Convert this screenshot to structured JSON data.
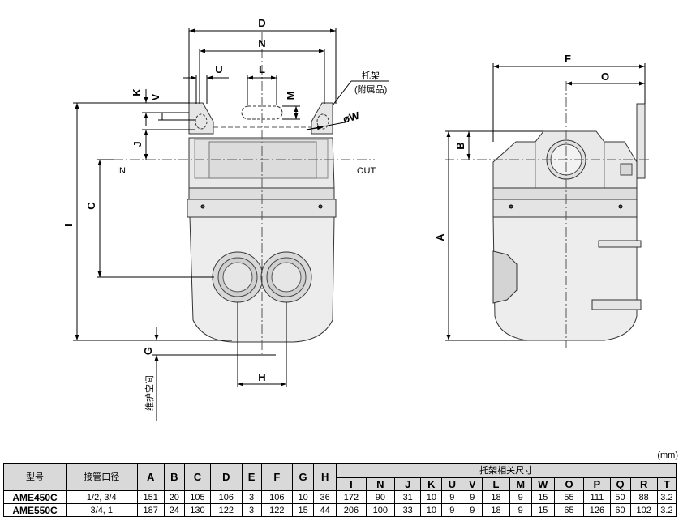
{
  "drawing": {
    "front_view": {
      "dims": {
        "D": "D",
        "N": "N",
        "U": "U",
        "L": "L",
        "K": "K",
        "V": "V",
        "M": "M",
        "J": "J",
        "W": "øW",
        "C": "C",
        "I": "I",
        "G": "G",
        "H": "H"
      },
      "bracket_label": "托架",
      "bracket_sublabel": "(附属品)",
      "port_in": "IN",
      "port_out": "OUT",
      "maintenance_label": "维护空间"
    },
    "side_view": {
      "dims": {
        "F": "F",
        "O": "O",
        "B": "B",
        "A": "A"
      }
    }
  },
  "table": {
    "unit": "(mm)",
    "headers": {
      "model": "型号",
      "port": "接管口径",
      "main": [
        "A",
        "B",
        "C",
        "D",
        "E",
        "F",
        "G",
        "H"
      ],
      "bracket_group": "托架相关尺寸",
      "bracket": [
        "I",
        "N",
        "J",
        "K",
        "U",
        "V",
        "L",
        "M",
        "W",
        "O",
        "P",
        "Q",
        "R",
        "T"
      ]
    },
    "rows": [
      {
        "model": "AME450C",
        "port": "1/2, 3/4",
        "values": [
          "151",
          "20",
          "105",
          "106",
          "3",
          "106",
          "10",
          "36",
          "172",
          "90",
          "31",
          "10",
          "9",
          "9",
          "18",
          "9",
          "15",
          "55",
          "111",
          "50",
          "88",
          "3.2"
        ]
      },
      {
        "model": "AME550C",
        "port": "3/4, 1",
        "values": [
          "187",
          "24",
          "130",
          "122",
          "3",
          "122",
          "15",
          "44",
          "206",
          "100",
          "33",
          "10",
          "9",
          "9",
          "18",
          "9",
          "15",
          "65",
          "126",
          "60",
          "102",
          "3.2"
        ]
      }
    ]
  }
}
